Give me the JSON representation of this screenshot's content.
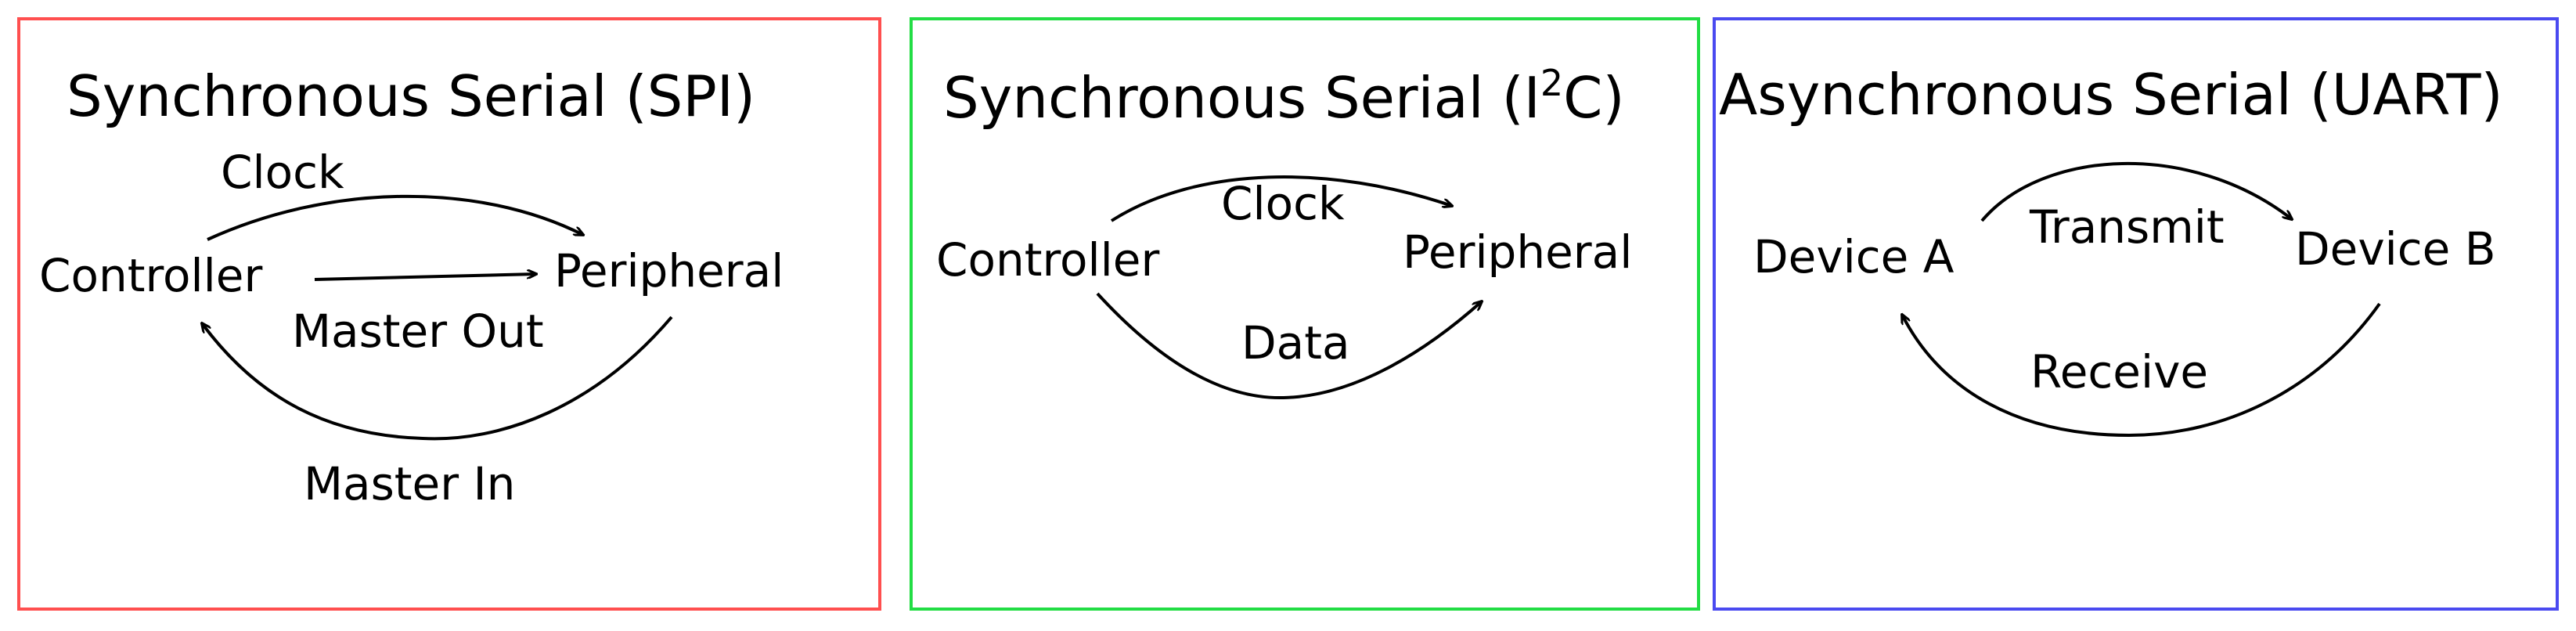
{
  "colors": {
    "spi_border": "#ff4f4f",
    "i2c_border": "#22dd44",
    "uart_border": "#4a4af0"
  },
  "spi": {
    "title": "Synchronous Serial (SPI)",
    "controller": "Controller",
    "peripheral": "Peripheral",
    "clock": "Clock",
    "master_out": "Master Out",
    "master_in": "Master In"
  },
  "i2c": {
    "title_prefix": "Synchronous Serial (I",
    "title_sup": "2",
    "title_suffix": "C)",
    "controller": "Controller",
    "peripheral": "Peripheral",
    "clock": "Clock",
    "data": "Data"
  },
  "uart": {
    "title": "Asynchronous Serial (UART)",
    "device_a": "Device A",
    "device_b": "Device B",
    "transmit": "Transmit",
    "receive": "Receive"
  }
}
